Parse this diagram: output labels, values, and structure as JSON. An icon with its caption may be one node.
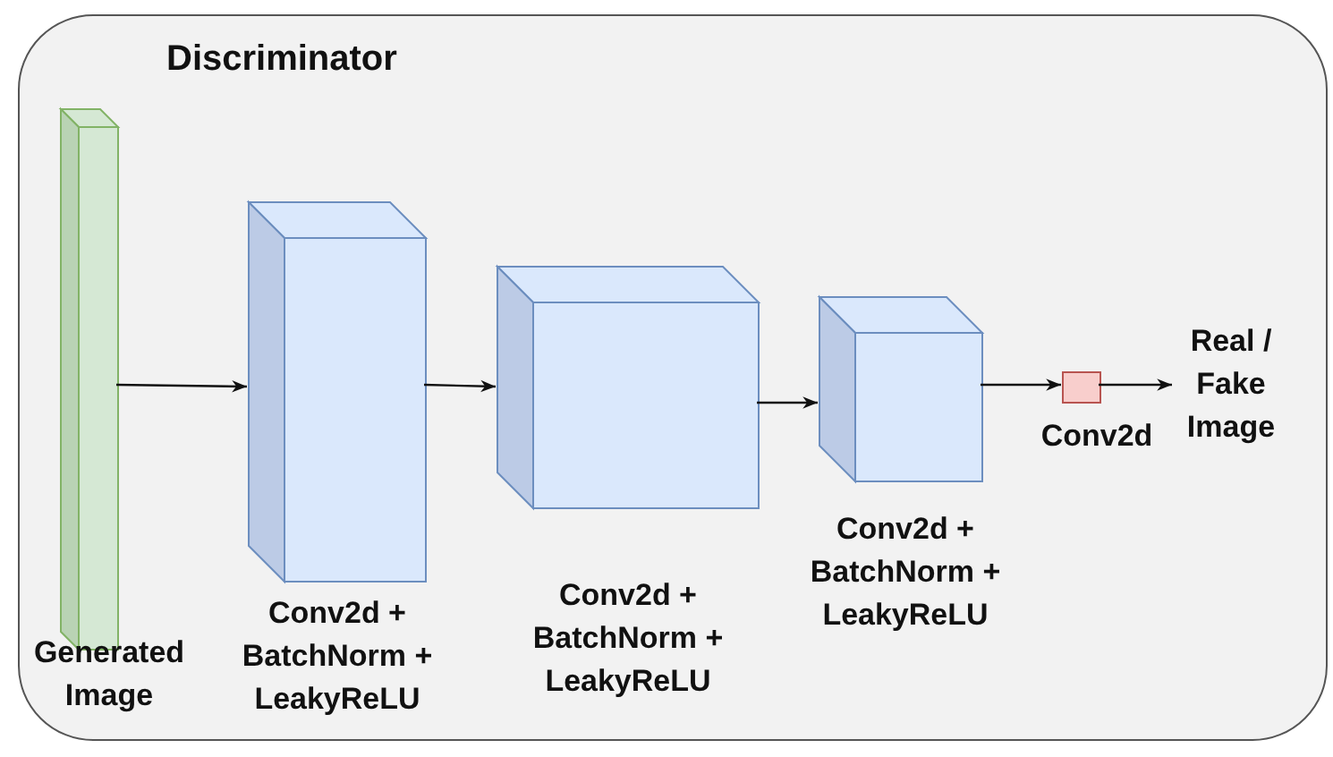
{
  "diagram": {
    "nodes": [
      {
        "text": [
          "Discriminator"
        ]
      },
      {
        "text": [
          "Generated Image"
        ],
        "in": 0
      },
      {
        "text": [
          "Conv2d + BatchNorm + LeakyReLU"
        ],
        "in": 0
      },
      {
        "text": [
          "Conv2d + BatchNorm + LeakyReLU"
        ],
        "in": 0
      },
      {
        "text": [
          "Conv2d + BatchNorm + LeakyReLU"
        ],
        "in": 0
      },
      {
        "text": [
          "Conv2d"
        ],
        "in": 0
      },
      {
        "text": [
          "Real / Fake Image"
        ],
        "in": 0
      }
    ],
    "edges": [
      {
        "from": 1,
        "to": 2,
        "arrow": "to"
      },
      {
        "from": 2,
        "to": 3,
        "arrow": "to"
      },
      {
        "from": 3,
        "to": 4,
        "arrow": "to"
      },
      {
        "from": 4,
        "to": 5,
        "arrow": "to"
      },
      {
        "from": 5,
        "to": 6,
        "arrow": "to"
      }
    ]
  }
}
